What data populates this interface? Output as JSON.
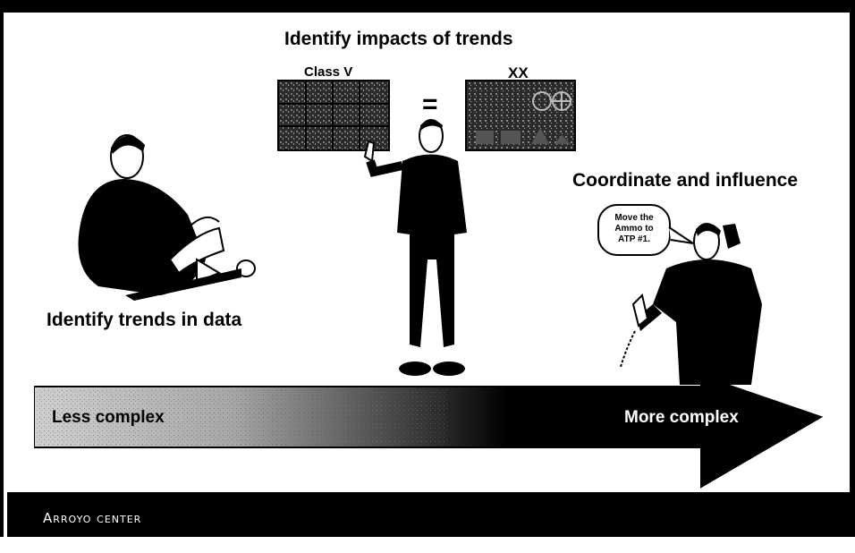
{
  "header": {
    "title": "Identify impacts of trends"
  },
  "labels": {
    "class_v": "Class V",
    "equals": "=",
    "xx": "XX",
    "coordinate": "Coordinate and influence",
    "trends": "Identify trends in data"
  },
  "bubble": {
    "line1": "Move the",
    "line2": "Ammo to",
    "line3": "ATP #1."
  },
  "arrow": {
    "left_label": "Less complex",
    "right_label": "More complex"
  },
  "footer": {
    "label": "Arroyo center"
  },
  "colors": {
    "ink": "#000000",
    "background": "#ffffff"
  }
}
